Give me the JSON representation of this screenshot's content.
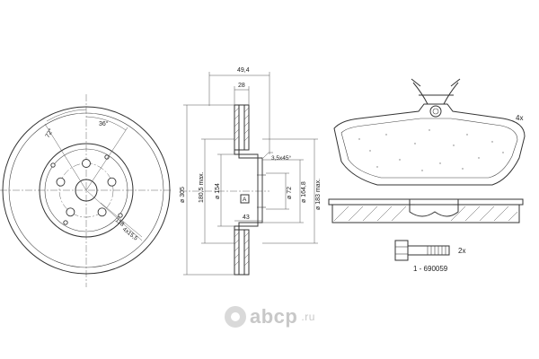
{
  "disc_front": {
    "angle_bolt": "72°",
    "angle_hub": "36°",
    "d_hub": "118",
    "d_holes": "4x15,5",
    "d_holes_end": "15,5"
  },
  "disc_section": {
    "width_total": "49,4",
    "width_disc": "28",
    "d_outer": "ø 305",
    "d_hub": "ø 154",
    "h_max": "180,5 max.",
    "chamfer": "3,5x45°",
    "d_center": "ø 72",
    "d_spigot": "ø 164,8",
    "d_max": "ø 183 max.",
    "offset": "43",
    "ref": "A"
  },
  "pad": {
    "qty": "4x"
  },
  "bolt": {
    "qty": "2x",
    "part_no": "1 - 690059"
  },
  "watermark": {
    "name": "abcp",
    "suffix": ".ru"
  }
}
